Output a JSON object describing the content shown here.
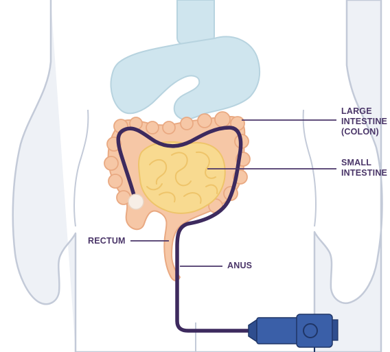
{
  "labels": {
    "large_intestine": "LARGE INTESTINE (COLON)",
    "small_intestine": "SMALL INTESTINE",
    "rectum": "RECTUM",
    "anus": "ANUS"
  },
  "colors": {
    "body_fill": "#eef1f6",
    "body_outline": "#c3cad8",
    "stomach": "#cfe5ee",
    "stomach_outline": "#b7d3df",
    "colon": "#f6c7a6",
    "colon_outline": "#e9a982",
    "small_intestine": "#f8da90",
    "small_intestine_outline": "#eec46a",
    "scope": "#3d2a5e",
    "scope_head": "#3a5fa8",
    "label_text": "#4a3568"
  },
  "icons": {
    "body": "human-torso-outline",
    "scope": "colonoscope"
  }
}
